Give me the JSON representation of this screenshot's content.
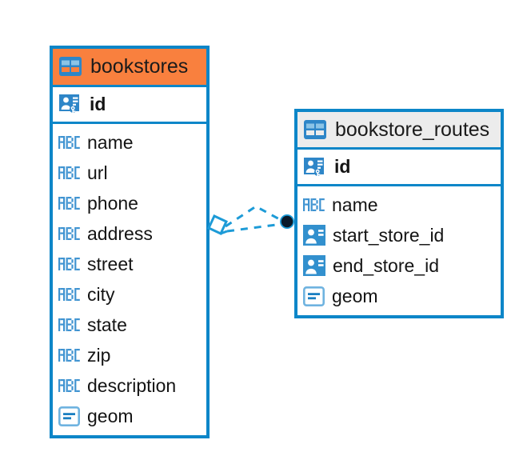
{
  "diagram": {
    "type": "entity-relationship-diagram",
    "background_color": "#ffffff",
    "accent_color": "#0d86c8",
    "highlight_color": "#f9803e"
  },
  "entities": [
    {
      "name": "bookstores",
      "header_style": "orange",
      "header_icon": "table-icon",
      "primary_key": {
        "label": "id",
        "icon": "primary-key-icon"
      },
      "fields": [
        {
          "label": "name",
          "icon": "abc-text-icon"
        },
        {
          "label": "url",
          "icon": "abc-text-icon"
        },
        {
          "label": "phone",
          "icon": "abc-text-icon"
        },
        {
          "label": "address",
          "icon": "abc-text-icon"
        },
        {
          "label": "street",
          "icon": "abc-text-icon"
        },
        {
          "label": "city",
          "icon": "abc-text-icon"
        },
        {
          "label": "state",
          "icon": "abc-text-icon"
        },
        {
          "label": "zip",
          "icon": "abc-text-icon"
        },
        {
          "label": "description",
          "icon": "abc-text-icon"
        },
        {
          "label": "geom",
          "icon": "geometry-icon"
        }
      ]
    },
    {
      "name": "bookstore_routes",
      "header_style": "grey",
      "header_icon": "table-icon",
      "primary_key": {
        "label": "id",
        "icon": "primary-key-icon"
      },
      "fields": [
        {
          "label": "name",
          "icon": "abc-text-icon"
        },
        {
          "label": "start_store_id",
          "icon": "foreign-key-icon"
        },
        {
          "label": "end_store_id",
          "icon": "foreign-key-icon"
        },
        {
          "label": "geom",
          "icon": "geometry-icon"
        }
      ]
    }
  ],
  "relationship": {
    "from_entity": "bookstores",
    "to_entity": "bookstore_routes",
    "line_style": "dashed",
    "line_color": "#1d9bd7",
    "source_endpoint": "diamond-endpoint",
    "target_endpoint": "filled-circle-endpoint",
    "target_endpoint_color": "#0a1a2b"
  }
}
